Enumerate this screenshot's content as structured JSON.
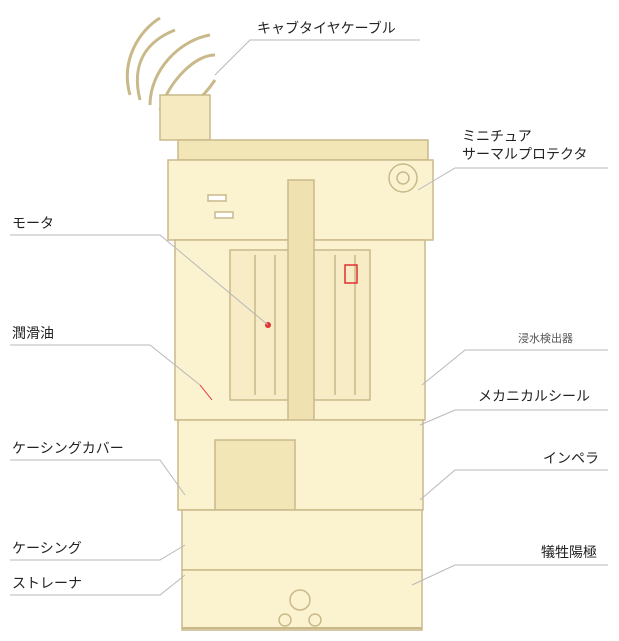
{
  "labels": {
    "cable": "キャブタイヤケーブル",
    "protector_line1": "ミニチュア",
    "protector_line2": "サーマルプロテクタ",
    "motor": "モータ",
    "lubricating_oil": "潤滑油",
    "water_detector": "浸水検出器",
    "mechanical_seal": "メカニカルシール",
    "casing_cover": "ケーシングカバー",
    "impeller": "インペラ",
    "casing": "ケーシング",
    "sacrificial_anode": "犠牲陽極",
    "strainer": "ストレーナ"
  },
  "colors": {
    "body_fill": "#fbf3d0",
    "body_stroke": "#c9b98a",
    "leader_line": "#b8b8b8",
    "accent_red": "#e03030"
  }
}
